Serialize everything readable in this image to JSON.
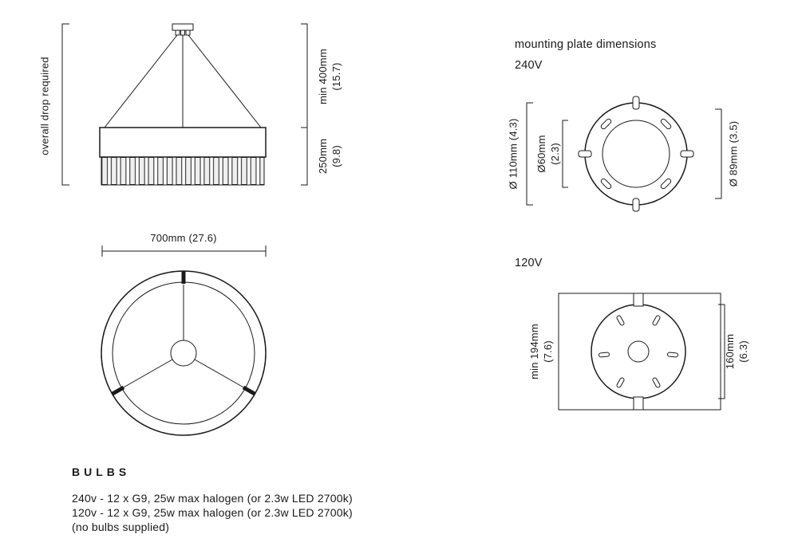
{
  "colors": {
    "ink": "#1a1a1a",
    "background": "#ffffff"
  },
  "side_view": {
    "drop_label": "overall drop required",
    "min_drop_line1": "min 400mm",
    "min_drop_line2": "(15.7)",
    "shade_height_line1": "250mm",
    "shade_height_line2": "(9.8)"
  },
  "top_view": {
    "diameter": "700mm (27.6)"
  },
  "mounting": {
    "title": "mounting plate dimensions",
    "plate_240": {
      "label": "240V",
      "outer_dia": "Ø 110mm (4.3)",
      "inner_dia_line1": "Ø60mm",
      "inner_dia_line2": "(2.3)",
      "bolt_dia": "Ø 89mm (3.5)"
    },
    "plate_120": {
      "label": "120V",
      "width_line1": "min 194mm",
      "width_line2": "(7.6)",
      "height_line1": "160mm",
      "height_line2": "(6.3)"
    }
  },
  "bulbs": {
    "heading": "BULBS",
    "line1": "240v - 12 x G9, 25w max halogen (or 2.3w LED 2700k)",
    "line2": "120v - 12 x G9, 25w max halogen (or 2.3w LED 2700k)",
    "line3": "(no bulbs supplied)"
  }
}
